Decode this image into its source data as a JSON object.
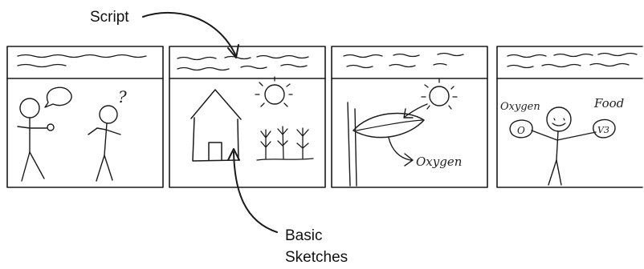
{
  "labels": {
    "script": "Script",
    "basic_sketches_line1": "Basic",
    "basic_sketches_line2": "Sketches"
  },
  "panels": [
    {
      "id": "dialogue",
      "texts": []
    },
    {
      "id": "house",
      "texts": []
    },
    {
      "id": "leaf",
      "texts": {
        "oxygen": "Oxygen"
      }
    },
    {
      "id": "person",
      "texts": {
        "oxygen": "Oxygen",
        "food": "Food",
        "left_symbol": "O",
        "right_symbol": "V3"
      }
    }
  ],
  "colors": {
    "ink": "#1a1a1a",
    "background": "#ffffff"
  }
}
